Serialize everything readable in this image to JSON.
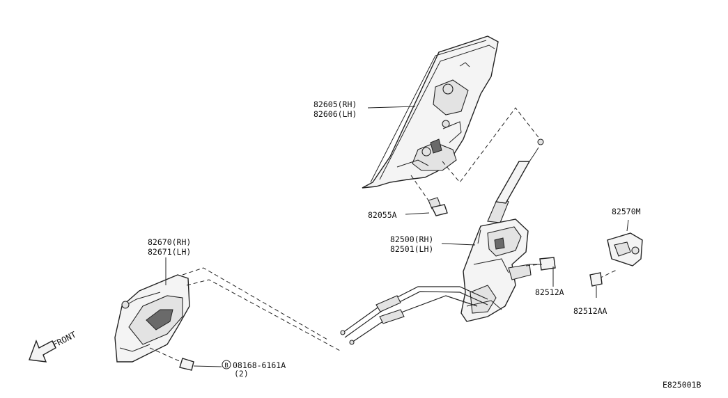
{
  "diagram": {
    "labels": {
      "regulator_rh": "82605(RH)",
      "regulator_lh": "82606(LH)",
      "bolt_82055a": "82055A",
      "lock_rh": "82500(RH)",
      "lock_lh": "82501(LH)",
      "striker": "82570M",
      "screw_82512a": "82512A",
      "screw_82512aa": "82512AA",
      "handle_rh": "82670(RH)",
      "handle_lh": "82671(LH)",
      "bolt_number": "08168-6161A",
      "bolt_qty": "(2)",
      "bolt_circle_letter": "B",
      "front": "FRONT",
      "diagram_code": "E825001B"
    },
    "colors": {
      "ink": "#111111",
      "background": "#ffffff"
    }
  }
}
